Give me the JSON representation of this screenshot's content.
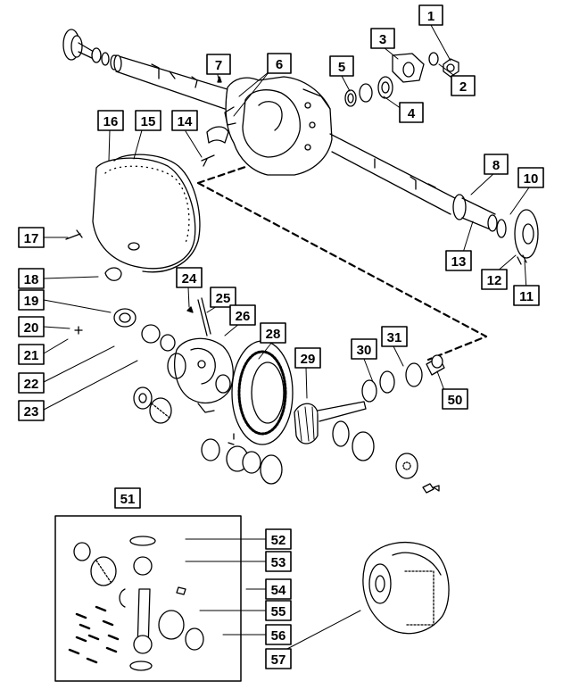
{
  "callouts": {
    "c1": "1",
    "c2": "2",
    "c3": "3",
    "c4": "4",
    "c5": "5",
    "c6": "6",
    "c7": "7",
    "c8": "8",
    "c10": "10",
    "c11": "11",
    "c12": "12",
    "c13": "13",
    "c14": "14",
    "c15": "15",
    "c16": "16",
    "c17": "17",
    "c18": "18",
    "c19": "19",
    "c20": "20",
    "c21": "21",
    "c22": "22",
    "c23": "23",
    "c24": "24",
    "c25": "25",
    "c26": "26",
    "c28": "28",
    "c29": "29",
    "c30": "30",
    "c31": "31",
    "c50": "50",
    "c51": "51",
    "c52": "52",
    "c53": "53",
    "c54": "54",
    "c55": "55",
    "c56": "56",
    "c57": "57"
  }
}
